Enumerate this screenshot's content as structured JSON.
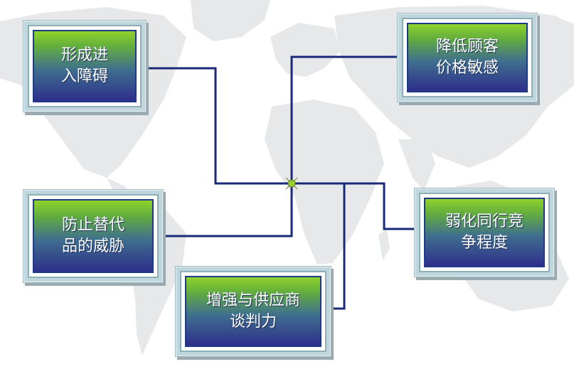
{
  "diagram": {
    "nodes": [
      {
        "id": "barrier",
        "label": "形成进\n入障碍"
      },
      {
        "id": "price",
        "label": "降低顾客\n价格敏感"
      },
      {
        "id": "substitute",
        "label": "防止替代\n品的威胁"
      },
      {
        "id": "rivalry",
        "label": "弱化同行竞\n争程度"
      },
      {
        "id": "supplier",
        "label": "增强与供应商\n谈判力"
      }
    ],
    "colors": {
      "connector": "#1b2a78",
      "hub": "#9acd32",
      "box_gradient_top": "#8fd22a",
      "box_gradient_bottom": "#2e2f8c",
      "map": "#e6e7e9"
    }
  }
}
